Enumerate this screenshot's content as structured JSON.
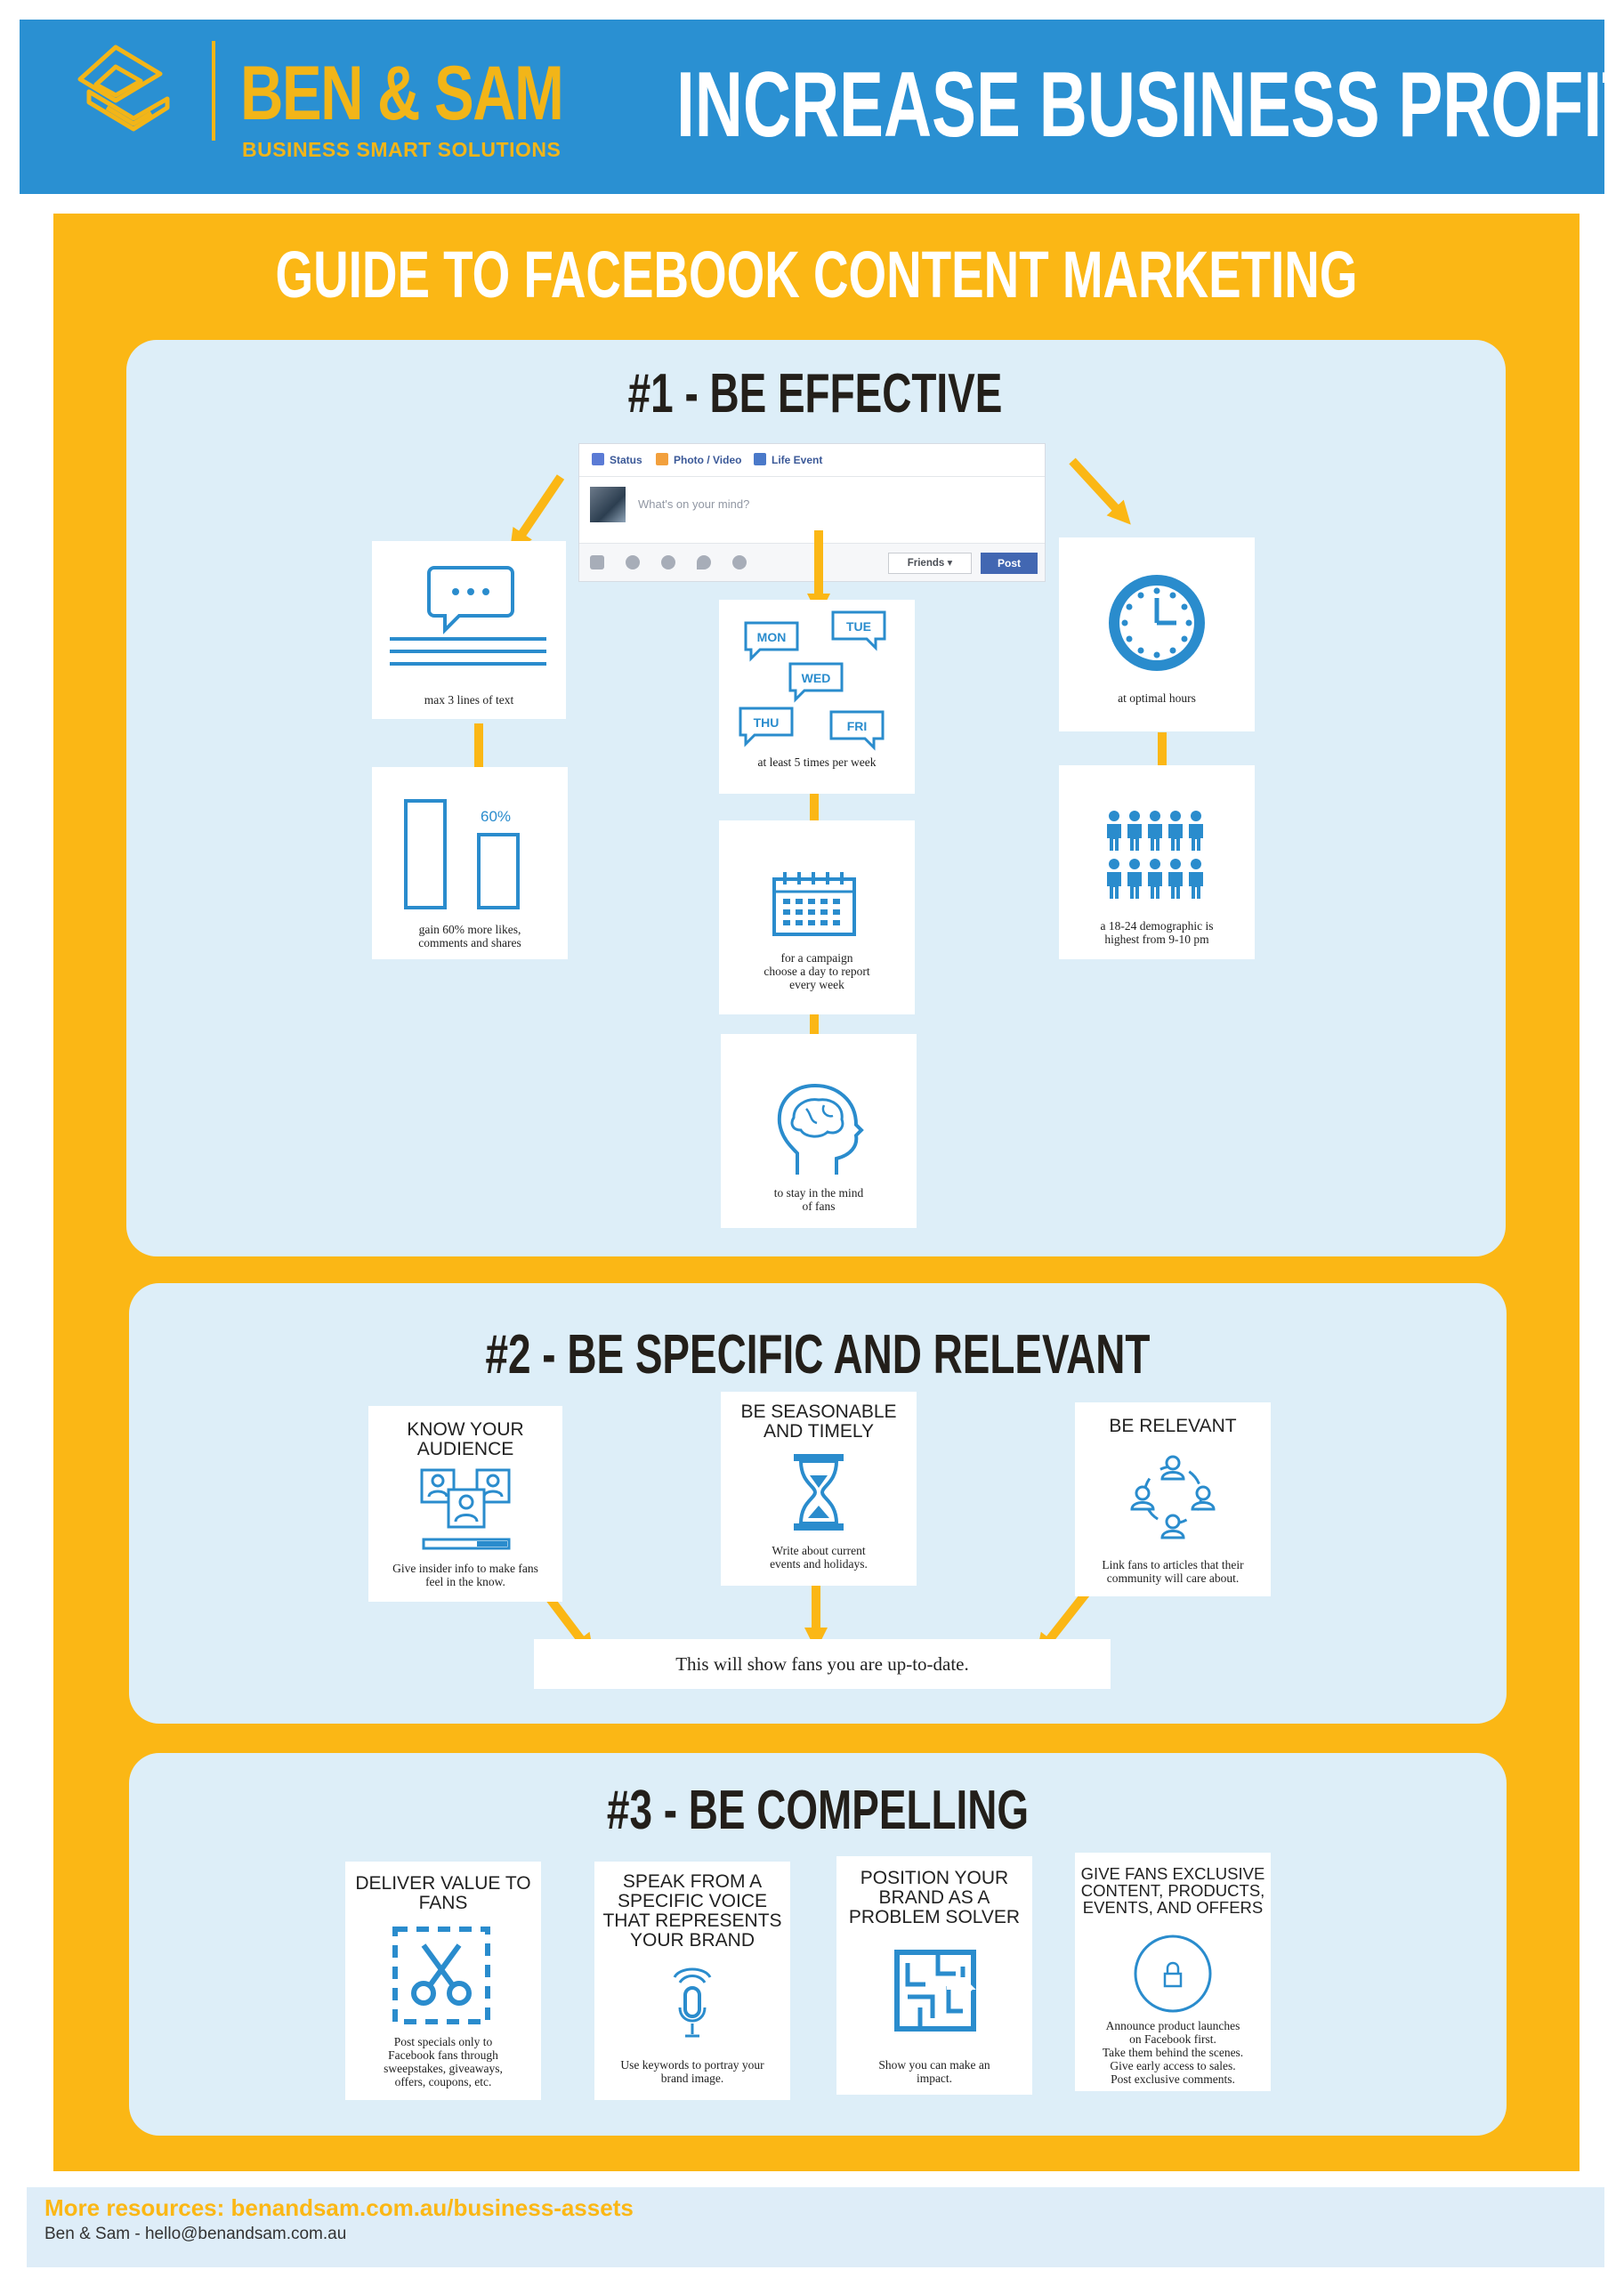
{
  "header": {
    "brand_name": "BEN & SAM",
    "brand_sub": "BUSINESS SMART SOLUTIONS",
    "title": "INCREASE BUSINESS PROFITS"
  },
  "guide_title": "GUIDE TO FACEBOOK CONTENT MARKETING",
  "section1": {
    "title": "#1 - BE EFFECTIVE",
    "composer": {
      "tab_status": "Status",
      "tab_photo": "Photo / Video",
      "tab_life": "Life Event",
      "placeholder": "What's on your mind?",
      "audience": "Friends ▾",
      "post": "Post"
    },
    "text_lines": "max 3 lines of text",
    "bar_value": "60%",
    "bar_caption_1": "gain 60% more likes,",
    "bar_caption_2": "comments and shares",
    "days": [
      "MON",
      "TUE",
      "WED",
      "THU",
      "FRI"
    ],
    "week_caption": "at least 5 times per week",
    "calendar_1": "for a campaign",
    "calendar_2": "choose a day to report",
    "calendar_3": "every week",
    "mind_1": "to stay in the mind",
    "mind_2": "of fans",
    "clock_caption": "at optimal hours",
    "demo_1": "a 18-24 demographic is",
    "demo_2": "highest from 9-10 pm"
  },
  "section2": {
    "title": "#2 - BE SPECIFIC AND RELEVANT",
    "audience_title_1": "KNOW YOUR",
    "audience_title_2": "AUDIENCE",
    "audience_cap_1": "Give insider info to make fans",
    "audience_cap_2": "feel in the know.",
    "season_title_1": "BE SEASONABLE",
    "season_title_2": "AND TIMELY",
    "season_cap_1": "Write about current",
    "season_cap_2": "events and holidays.",
    "relevant_title": "BE RELEVANT",
    "relevant_cap_1": "Link fans to articles that their",
    "relevant_cap_2": "community will care about.",
    "summary": "This will show fans you are up-to-date."
  },
  "section3": {
    "title": "#3 - BE COMPELLING",
    "value_title_1": "DELIVER VALUE TO",
    "value_title_2": "FANS",
    "value_cap_1": "Post specials only to",
    "value_cap_2": "Facebook fans through",
    "value_cap_3": "sweepstakes, giveaways,",
    "value_cap_4": "offers, coupons, etc.",
    "voice_title_1": "SPEAK FROM A",
    "voice_title_2": "SPECIFIC VOICE",
    "voice_title_3": "THAT REPRESENTS",
    "voice_title_4": "YOUR BRAND",
    "voice_cap_1": "Use keywords to portray your",
    "voice_cap_2": "brand image.",
    "solver_title_1": "POSITION YOUR",
    "solver_title_2": "BRAND AS A",
    "solver_title_3": "PROBLEM SOLVER",
    "solver_cap_1": "Show you can make an",
    "solver_cap_2": "impact.",
    "excl_title_1": "GIVE FANS EXCLUSIVE",
    "excl_title_2": "CONTENT, PRODUCTS,",
    "excl_title_3": "EVENTS, AND OFFERS",
    "excl_cap_1": "Announce product launches",
    "excl_cap_2": "on Facebook first.",
    "excl_cap_3": "Take them behind the scenes.",
    "excl_cap_4": "Give early access to sales.",
    "excl_cap_5": "Post exclusive comments."
  },
  "footer": {
    "resources": "More resources:   benandsam.com.au/business-assets",
    "contact": "Ben & Sam -  hello@benandsam.com.au"
  },
  "colors": {
    "header_blue": "#2a90d2",
    "brand_yellow": "#f2b518",
    "panel_bg": "#ddeef8",
    "icon_blue": "#2a8ccd",
    "arrow_yellow": "#fbb715"
  }
}
